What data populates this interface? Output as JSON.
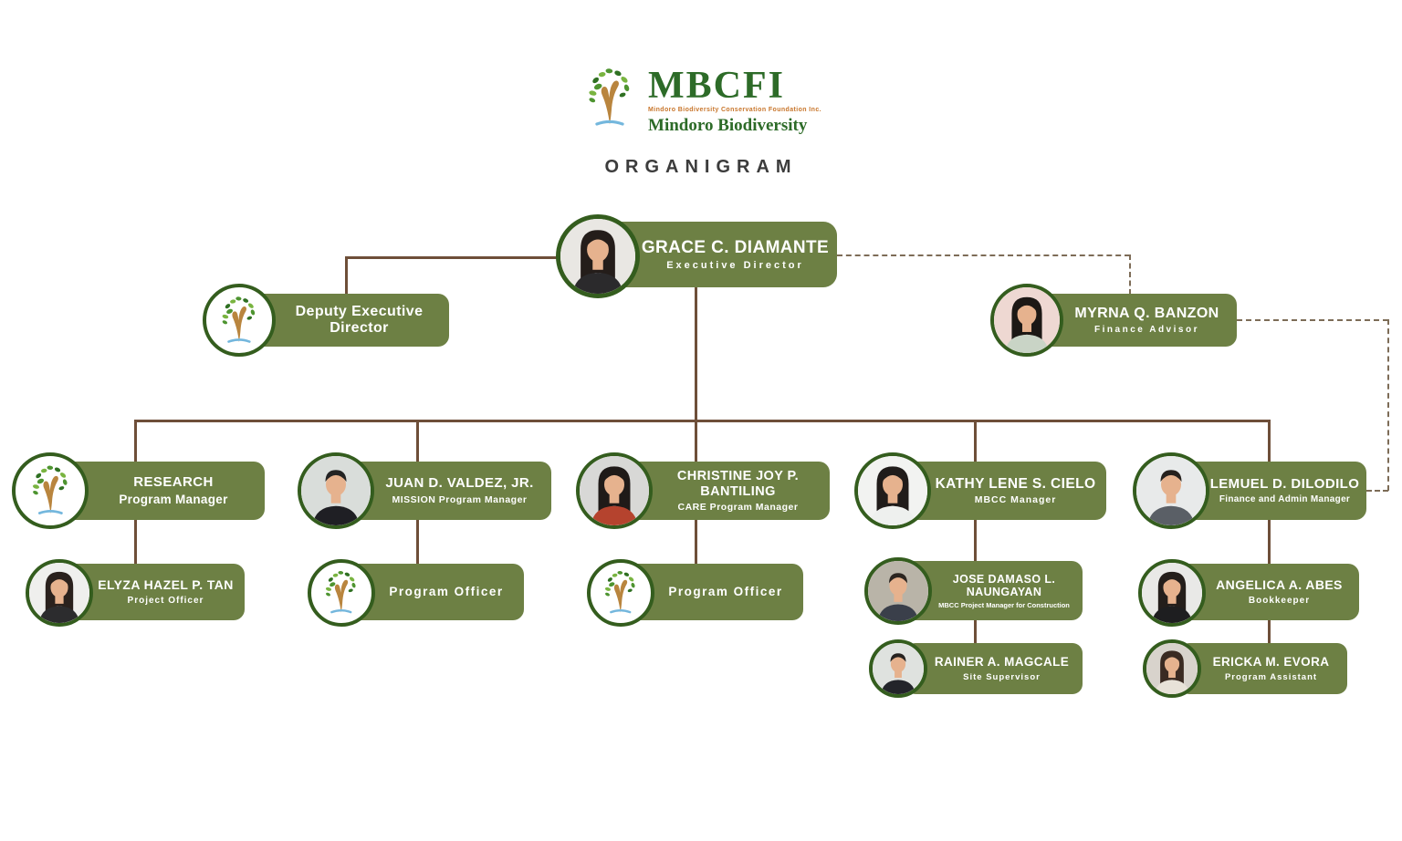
{
  "header": {
    "logo": {
      "acronym": "MBCFI",
      "tagline": "Mindoro Biodiversity Conservation Foundation Inc.",
      "wordmark": "Mindoro Biodiversity"
    },
    "page_title": "ORGANIGRAM"
  },
  "colors": {
    "node_green": "#6d8044",
    "avatar_ring": "#345d1e",
    "line_solid": "#6e4f39",
    "line_dashed": "#7d6c57",
    "brand_green": "#2d6b28",
    "tagline_orange": "#c8762c",
    "title_gray": "#3c3c3c"
  },
  "org": {
    "nodes": [
      {
        "id": "grace",
        "name_lines": [
          "GRACE C. DIAMANTE"
        ],
        "title": "Executive Director",
        "avatar": {
          "type": "photo",
          "gender": "f",
          "hair": "#241d1a",
          "outfit": "#2b2a2c",
          "bg": "#e9e7e3"
        },
        "reports_to": null,
        "link": "none"
      },
      {
        "id": "deputy",
        "name_lines": [
          "Deputy Executive",
          "Director"
        ],
        "title": "",
        "avatar": {
          "type": "logo"
        },
        "reports_to": "grace",
        "link": "solid"
      },
      {
        "id": "myrna",
        "name_lines": [
          "MYRNA Q. BANZON"
        ],
        "title": "Finance Advisor",
        "avatar": {
          "type": "photo",
          "gender": "f",
          "hair": "#1c1815",
          "outfit": "#c9d4c6",
          "bg": "#eed8d2"
        },
        "reports_to": "grace",
        "link": "dashed"
      },
      {
        "id": "research",
        "name_lines": [
          "RESEARCH"
        ],
        "title": "Program Manager",
        "avatar": {
          "type": "logo"
        },
        "reports_to": "grace",
        "link": "solid"
      },
      {
        "id": "valdez",
        "name_lines": [
          "JUAN D. VALDEZ, JR."
        ],
        "title": "MISSION Program Manager",
        "avatar": {
          "type": "photo",
          "gender": "m",
          "hair": "#232323",
          "outfit": "#1f1f24",
          "bg": "#d9ddda"
        },
        "reports_to": "grace",
        "link": "solid"
      },
      {
        "id": "bantiling",
        "name_lines": [
          "CHRISTINE JOY P.",
          "BANTILING"
        ],
        "title": "CARE Program Manager",
        "avatar": {
          "type": "photo",
          "gender": "f",
          "hair": "#1f1a18",
          "outfit": "#b5432e",
          "bg": "#d8d8d6"
        },
        "reports_to": "grace",
        "link": "solid"
      },
      {
        "id": "cielo",
        "name_lines": [
          "KATHY LENE S. CIELO"
        ],
        "title": "MBCC Manager",
        "avatar": {
          "type": "photo",
          "gender": "f",
          "hair": "#201c1a",
          "outfit": "#eef0ee",
          "bg": "#f2f3f1"
        },
        "reports_to": "grace",
        "link": "solid"
      },
      {
        "id": "dilodilo",
        "name_lines": [
          "LEMUEL D. DILODILO"
        ],
        "title": "Finance and Admin Manager",
        "avatar": {
          "type": "photo",
          "gender": "m",
          "hair": "#26211e",
          "outfit": "#5a5f66",
          "bg": "#e8eaea"
        },
        "reports_to": "grace",
        "link": "solid",
        "also_linked_dashed_to": "myrna"
      },
      {
        "id": "tan",
        "name_lines": [
          "ELYZA HAZEL P. TAN"
        ],
        "title": "Project Officer",
        "avatar": {
          "type": "photo",
          "gender": "f",
          "hair": "#2a211d",
          "outfit": "#2c2c2e",
          "bg": "#efefed"
        },
        "reports_to": "research",
        "link": "solid"
      },
      {
        "id": "po_mission",
        "name_lines": [
          "Program Officer"
        ],
        "title": "",
        "avatar": {
          "type": "logo"
        },
        "reports_to": "valdez",
        "link": "solid"
      },
      {
        "id": "po_care",
        "name_lines": [
          "Program Officer"
        ],
        "title": "",
        "avatar": {
          "type": "logo"
        },
        "reports_to": "bantiling",
        "link": "solid"
      },
      {
        "id": "naungayan",
        "name_lines": [
          "JOSE DAMASO L.",
          "NAUNGAYAN"
        ],
        "title": "MBCC Project Manager for Construction",
        "avatar": {
          "type": "photo",
          "gender": "m",
          "hair": "#2b2520",
          "outfit": "#3a3f4a",
          "bg": "#b9b4a8"
        },
        "reports_to": "cielo",
        "link": "solid"
      },
      {
        "id": "magcale",
        "name_lines": [
          "RAINER A. MAGCALE"
        ],
        "title": "Site Supervisor",
        "avatar": {
          "type": "photo",
          "gender": "m",
          "hair": "#262220",
          "outfit": "#23242a",
          "bg": "#dfe2df"
        },
        "reports_to": "naungayan",
        "link": "solid"
      },
      {
        "id": "abes",
        "name_lines": [
          "ANGELICA A. ABES"
        ],
        "title": "Bookkeeper",
        "avatar": {
          "type": "photo",
          "gender": "f",
          "hair": "#241e1b",
          "outfit": "#1e1e20",
          "bg": "#e9e9e7"
        },
        "reports_to": "dilodilo",
        "link": "solid"
      },
      {
        "id": "evora",
        "name_lines": [
          "ERICKA M. EVORA"
        ],
        "title": "Program Assistant",
        "avatar": {
          "type": "photo",
          "gender": "f",
          "hair": "#3a2a22",
          "outfit": "#e8e2d8",
          "bg": "#d8d3cc"
        },
        "reports_to": "abes",
        "link": "solid"
      }
    ]
  }
}
